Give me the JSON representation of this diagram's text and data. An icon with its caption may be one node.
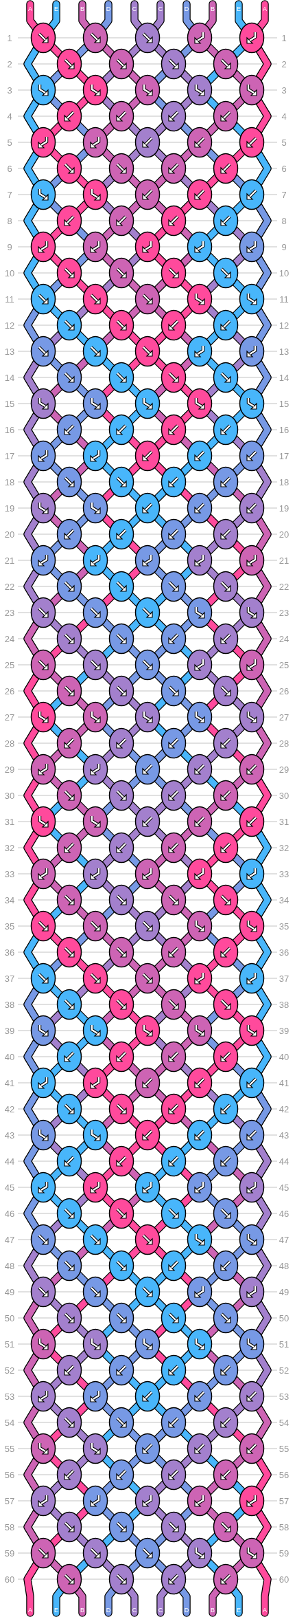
{
  "diagram": {
    "labels": [
      "A",
      "E",
      "B",
      "D",
      "C",
      "C",
      "D",
      "B",
      "E",
      "A",
      "1",
      "1",
      "2",
      "2",
      "3",
      "3",
      "4",
      "4",
      "5",
      "5",
      "6",
      "6",
      "7",
      "7",
      "8",
      "8",
      "9",
      "9",
      "10",
      "10",
      "11",
      "11",
      "12",
      "12",
      "13",
      "13",
      "14",
      "14",
      "15",
      "15",
      "16",
      "16",
      "17",
      "17",
      "18",
      "18",
      "19",
      "19",
      "20",
      "20",
      "21",
      "21",
      "22",
      "22",
      "23",
      "23",
      "24",
      "24",
      "25",
      "25",
      "26",
      "26",
      "27",
      "27",
      "28",
      "28",
      "29",
      "29",
      "30",
      "30",
      "31",
      "31",
      "32",
      "32",
      "33",
      "33",
      "34",
      "34",
      "35",
      "35",
      "36",
      "36",
      "37",
      "37",
      "38",
      "38",
      "39",
      "39",
      "40",
      "40",
      "41",
      "41",
      "42",
      "42",
      "43",
      "43",
      "44",
      "44",
      "45",
      "45",
      "46",
      "46",
      "47",
      "47",
      "48",
      "48",
      "49",
      "49",
      "50",
      "50",
      "51",
      "51",
      "52",
      "52",
      "53",
      "53",
      "54",
      "54",
      "55",
      "55",
      "56",
      "56",
      "57",
      "57",
      "58",
      "58",
      "59",
      "59",
      "60",
      "60",
      "A",
      "E",
      "B",
      "D",
      "C",
      "C",
      "D",
      "B",
      "E",
      "A"
    ]
  }
}
